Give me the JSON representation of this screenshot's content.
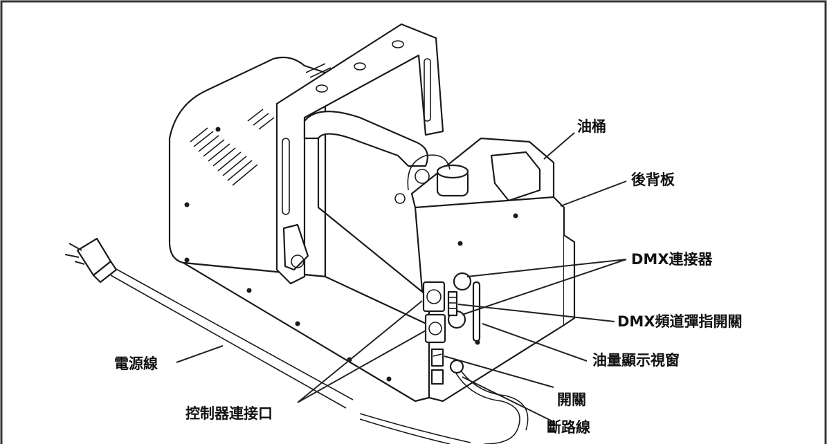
{
  "diagram": {
    "labels": {
      "oil_tank": "油桶",
      "back_panel": "後背板",
      "dmx_connector": "DMX連接器",
      "dmx_dip_switch": "DMX頻道彈指開關",
      "oil_level_window": "油量顯示視窗",
      "power_switch": "開關",
      "circuit_breaker_line": "斷路線",
      "power_cord": "電源線",
      "controller_port": "控制器連接口"
    }
  },
  "colors": {
    "line": "#1a1a1a",
    "background": "#ffffff",
    "border": "#333333"
  }
}
